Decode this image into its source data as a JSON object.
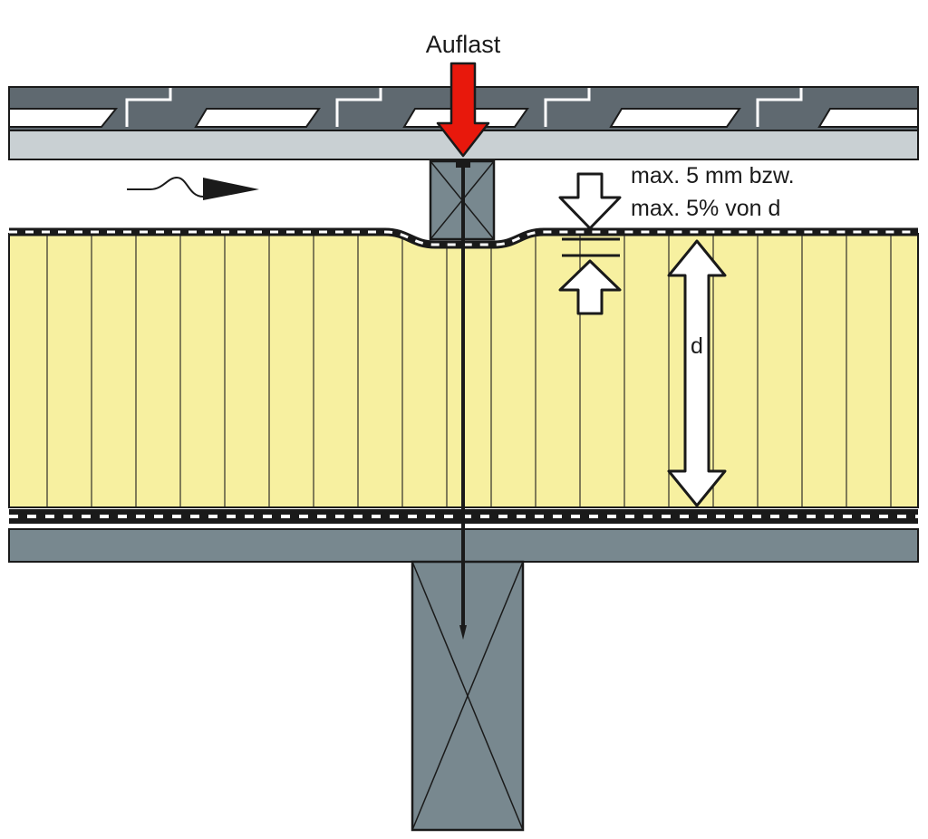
{
  "labels": {
    "load": "Auflast",
    "compression_line1": "max. 5 mm bzw.",
    "compression_line2": "max. 5% von d",
    "thickness": "d"
  },
  "colors": {
    "roof_tile": "#5f6970",
    "batten": "#c9d0d3",
    "insulation": "#f7f0a0",
    "timber": "#78888f",
    "membrane": "#1a1a1a",
    "load_arrow": "#e8180c",
    "outline": "#1a1a1a"
  },
  "icons": {
    "airflow": "airflow-arrow-icon",
    "load": "load-arrow-icon",
    "compression": "compression-arrows-icon",
    "thickness": "double-arrow-icon"
  }
}
